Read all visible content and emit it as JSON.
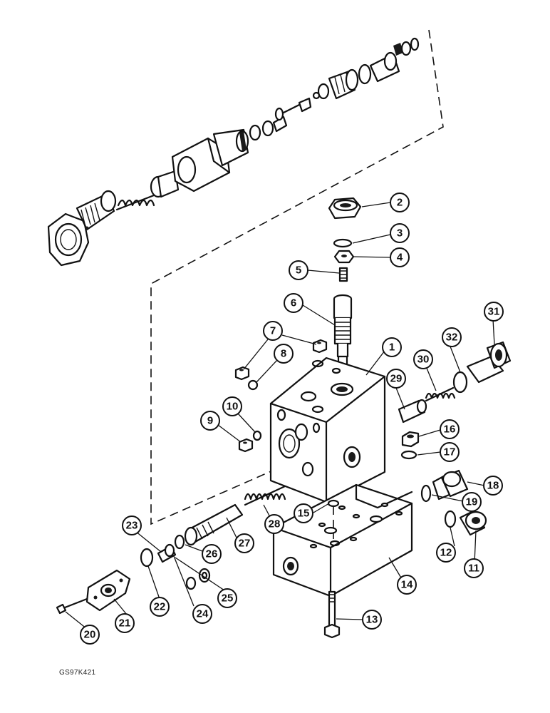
{
  "diagram": {
    "reference_code": "GS97K421",
    "callouts": [
      "1",
      "2",
      "3",
      "4",
      "5",
      "6",
      "7",
      "8",
      "9",
      "10",
      "11",
      "12",
      "13",
      "14",
      "15",
      "16",
      "17",
      "18",
      "19",
      "20",
      "21",
      "22",
      "23",
      "24",
      "25",
      "26",
      "27",
      "28",
      "29",
      "30",
      "31",
      "32"
    ]
  }
}
